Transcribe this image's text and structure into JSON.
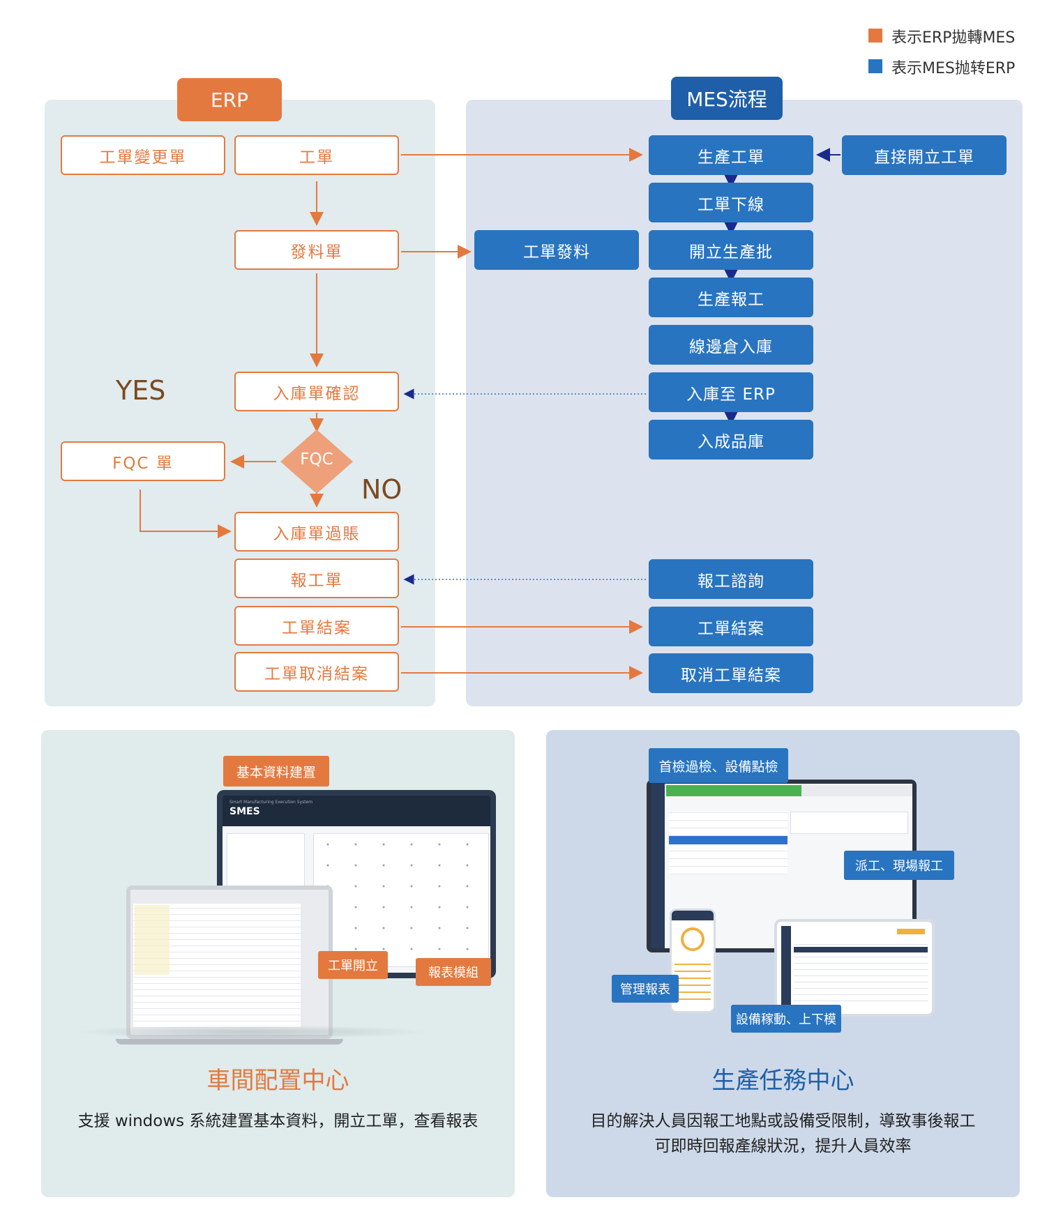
{
  "legend": [
    {
      "label": "表示ERP拋轉MES",
      "color": "#e4793f"
    },
    {
      "label": "表示MES抛转ERP",
      "color": "#2874c0"
    }
  ],
  "erp": {
    "header": "ERP",
    "nodes": {
      "change_order": "工單變更單",
      "work_order": "工單",
      "material_issue": "發料單",
      "warehousing_confirm": "入庫單確認",
      "fqc_order": "FQC 單",
      "fqc": "FQC",
      "warehousing_post": "入庫單過賬",
      "report_order": "報工單",
      "close_order": "工單結案",
      "cancel_close": "工單取消結案"
    },
    "yes": "YES",
    "no": "NO"
  },
  "mes": {
    "header": "MES流程",
    "nodes": {
      "production_order": "生產工單",
      "direct_open": "直接開立工單",
      "order_release": "工單下線",
      "order_material": "工單發料",
      "open_batch": "開立生產批",
      "production_report": "生產報工",
      "line_warehouse": "線邊倉入庫",
      "to_erp": "入庫至 ERP",
      "finished_goods": "入成品庫",
      "report_query": "報工諮詢",
      "close_order": "工單結案",
      "cancel_close": "取消工單結案"
    }
  },
  "cards": {
    "left": {
      "title": "車間配置中心",
      "title_color": "#e4793f",
      "desc": "支援 windows 系統建置基本資料，開立工單，查看報表",
      "tags": {
        "basic_data": "基本資料建置",
        "open_order": "工單開立",
        "report_module": "報表模組"
      },
      "screen": {
        "app_name": "SMES",
        "app_sub": "Smart Manufacturing Execution System"
      }
    },
    "right": {
      "title": "生產任務中心",
      "title_color": "#1f5faa",
      "desc_line1": "目的解決人員因報工地點或設備受限制，導致事後報工",
      "desc_line2": "可即時回報產線狀況，提升人員效率",
      "tags": {
        "first_check": "首檢過檢、設備點檢",
        "dispatch": "派工、現場報工",
        "mgmt_report": "管理報表",
        "equipment": "設備稼動、上下模"
      }
    }
  }
}
